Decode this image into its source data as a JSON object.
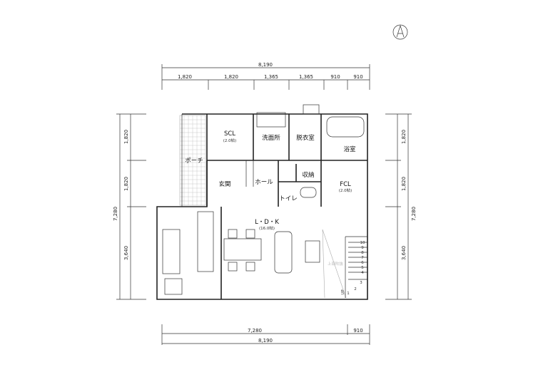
{
  "compass": {
    "label": "north-arrow"
  },
  "dimensions": {
    "top_total": "8,190",
    "top_segments": [
      "1,820",
      "1,820",
      "1,365",
      "1,365",
      "910",
      "910"
    ],
    "left_total": "7,280",
    "left_segments": [
      "1,820",
      "1,820",
      "3,640"
    ],
    "right_total": "7,280",
    "right_segments": [
      "1,820",
      "1,820",
      "3,640"
    ],
    "bottom_segments": [
      "7,280",
      "910"
    ],
    "bottom_total": "8,190"
  },
  "rooms": {
    "scl": {
      "name": "SCL",
      "size": "(2.0帖)"
    },
    "washroom": {
      "name": "洗面所"
    },
    "dressing": {
      "name": "脱衣室"
    },
    "bath": {
      "name": "浴室"
    },
    "porch": {
      "name": "ポーチ"
    },
    "entrance": {
      "name": "玄関"
    },
    "hall": {
      "name": "ホール"
    },
    "storage": {
      "name": "収納"
    },
    "toilet": {
      "name": "トイレ"
    },
    "fcl": {
      "name": "FCL",
      "size": "(2.0帖)"
    },
    "ldk": {
      "name": "L・D・K",
      "size": "(16.0帖)"
    }
  },
  "stairs": {
    "steps": [
      "1",
      "2",
      "3",
      "4",
      "5",
      "6",
      "7",
      "8",
      "9",
      "10"
    ],
    "up_label": "UP",
    "void_label": "上部吹抜"
  }
}
